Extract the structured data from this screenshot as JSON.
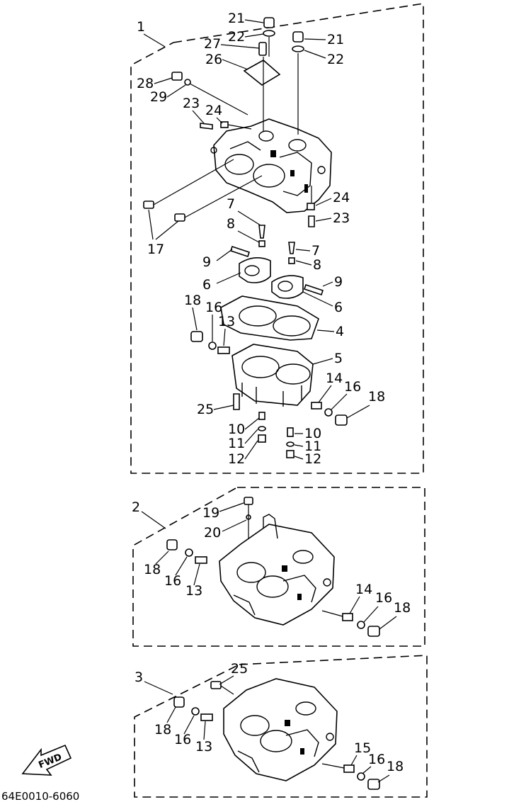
{
  "diagram": {
    "assemblies": [
      {
        "group": "1",
        "labels": [
          "21",
          "22",
          "21",
          "22",
          "27",
          "26",
          "28",
          "29",
          "23",
          "24",
          "24",
          "23",
          "17",
          "7",
          "8",
          "7",
          "8",
          "9",
          "6",
          "9",
          "6",
          "18",
          "16",
          "13",
          "4",
          "5",
          "14",
          "16",
          "18",
          "25",
          "10",
          "11",
          "12",
          "10",
          "11",
          "12"
        ]
      },
      {
        "group": "2",
        "labels": [
          "19",
          "20",
          "18",
          "16",
          "13",
          "14",
          "16",
          "18"
        ]
      },
      {
        "group": "3",
        "labels": [
          "25",
          "18",
          "16",
          "13",
          "15",
          "16",
          "18"
        ]
      }
    ],
    "fwd_label": "FWD",
    "catalog_code": "64E0010-6060"
  }
}
